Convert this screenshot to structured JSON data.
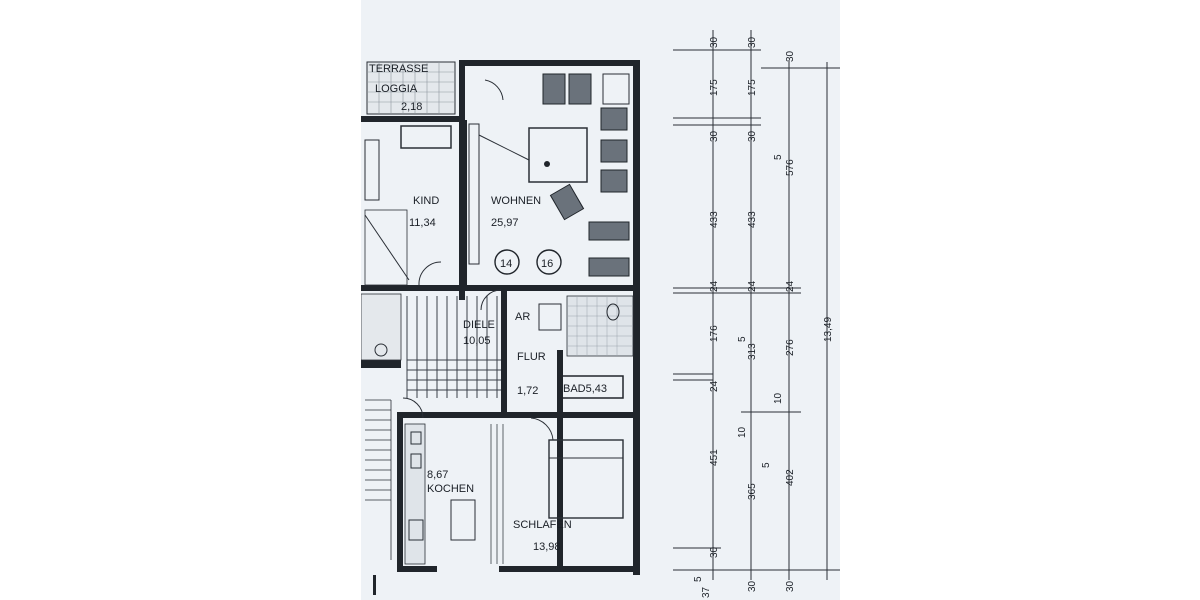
{
  "rooms": {
    "terrasse": "TERRASSE",
    "loggia": "LOGGIA",
    "loggia_area": "2,18",
    "kind": "KIND",
    "kind_area": "11,34",
    "wohnen": "WOHNEN",
    "wohnen_area": "25,97",
    "unit_a": "14",
    "unit_b": "16",
    "diele": "DIELE",
    "diele_area": "10,05",
    "ar": "AR",
    "flur": "FLUR",
    "flur_area": "1,72",
    "bad": "BAD5,43",
    "kochen_area": "8,67",
    "kochen": "KOCHEN",
    "schlafen": "SCHLAFEN",
    "schlafen_area": "13,98"
  },
  "dimensions": {
    "c1": [
      "30",
      "175",
      "30",
      "433",
      "24",
      "176",
      "24",
      "451",
      "30",
      "5",
      "37"
    ],
    "c2": [
      "30",
      "175",
      "30",
      "433",
      "24",
      "5",
      "313",
      "10",
      "365",
      "30"
    ],
    "c3": [
      "30",
      "5",
      "576",
      "24",
      "276",
      "10",
      "5",
      "402",
      "30"
    ],
    "total": "13,49"
  }
}
